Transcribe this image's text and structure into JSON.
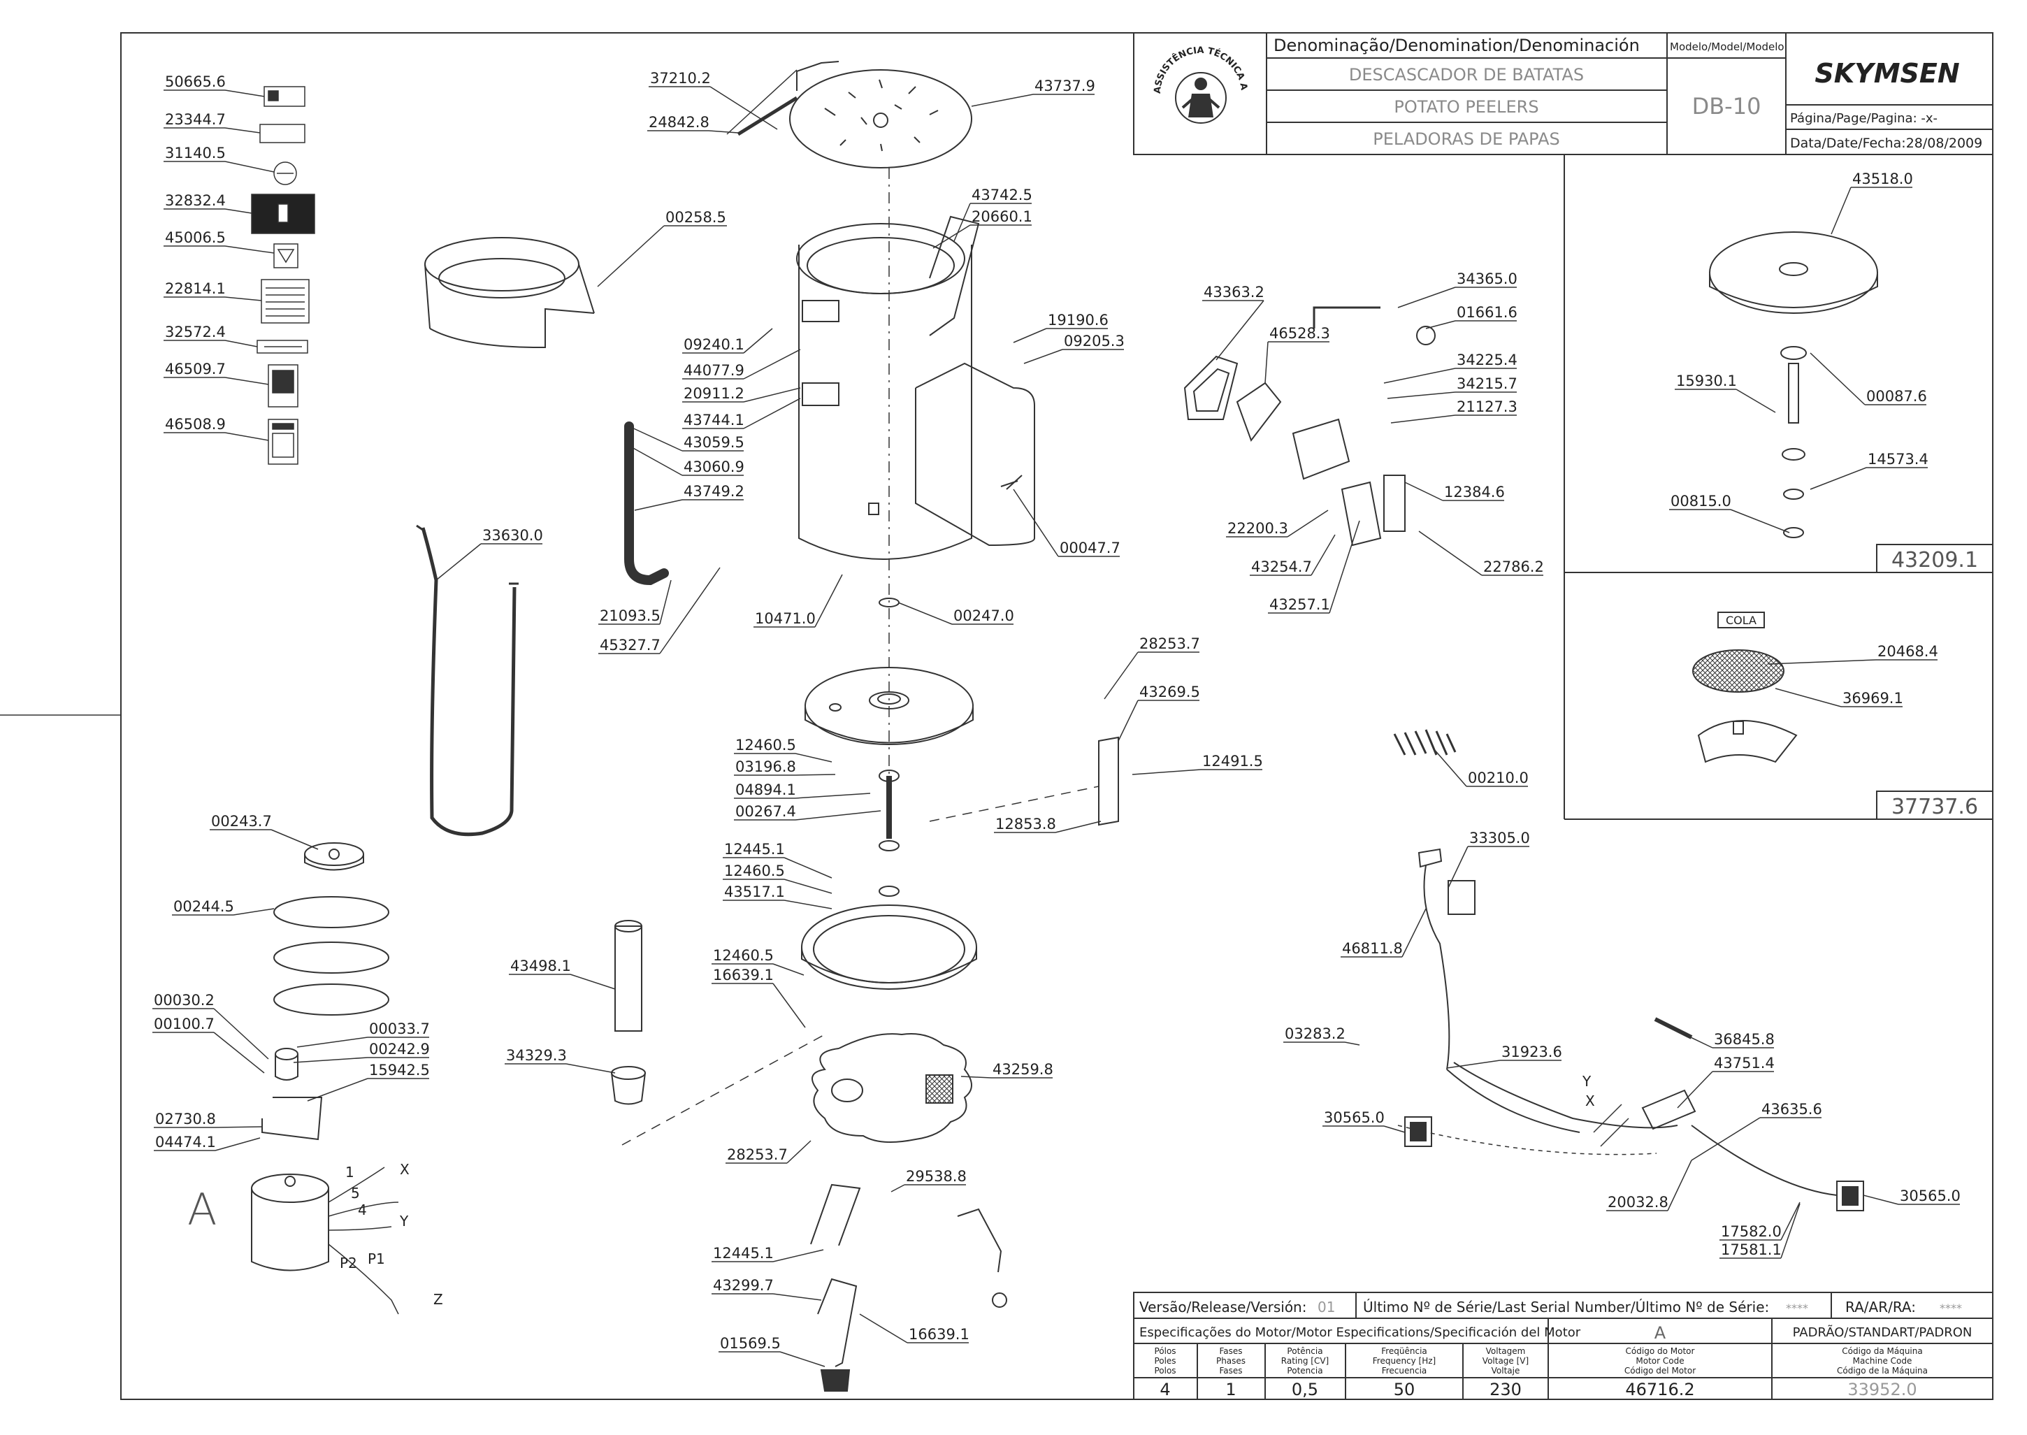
{
  "title_block": {
    "denomination_header": "Denominação/Denomination/Denominación",
    "model_header": "Modelo/Model/Modelo",
    "name_pt": "DESCASCADOR DE BATATAS",
    "name_en": "POTATO PEELERS",
    "name_es": "PELADORAS DE PAPAS",
    "model": "DB-10",
    "brand": "SKYMSEN",
    "page": "Página/Page/Pagina: -x-",
    "date": "Data/Date/Fecha:28/08/2009",
    "seal_text": "ASSISTÊNCIA TÉCNICA AUTORIZADA"
  },
  "letter_a": "A",
  "parts": [
    {
      "code": "50665.6"
    },
    {
      "code": "23344.7"
    },
    {
      "code": "31140.5"
    },
    {
      "code": "32832.4"
    },
    {
      "code": "45006.5"
    },
    {
      "code": "22814.1"
    },
    {
      "code": "32572.4"
    },
    {
      "code": "46509.7"
    },
    {
      "code": "46508.9"
    },
    {
      "code": "00258.5"
    },
    {
      "code": "33630.0"
    },
    {
      "code": "00243.7"
    },
    {
      "code": "00244.5"
    },
    {
      "code": "00030.2"
    },
    {
      "code": "00100.7"
    },
    {
      "code": "00033.7"
    },
    {
      "code": "00242.9"
    },
    {
      "code": "15942.5"
    },
    {
      "code": "02730.8"
    },
    {
      "code": "04474.1"
    },
    {
      "code": "37210.2"
    },
    {
      "code": "24842.8"
    },
    {
      "code": "43737.9"
    },
    {
      "code": "43742.5"
    },
    {
      "code": "20660.1"
    },
    {
      "code": "09240.1"
    },
    {
      "code": "44077.9"
    },
    {
      "code": "20911.2"
    },
    {
      "code": "43744.1"
    },
    {
      "code": "43059.5"
    },
    {
      "code": "43060.9"
    },
    {
      "code": "43749.2"
    },
    {
      "code": "19190.6"
    },
    {
      "code": "09205.3"
    },
    {
      "code": "00047.7"
    },
    {
      "code": "21093.5"
    },
    {
      "code": "45327.7"
    },
    {
      "code": "10471.0"
    },
    {
      "code": "00247.0"
    },
    {
      "code": "28253.7"
    },
    {
      "code": "43269.5"
    },
    {
      "code": "12460.5"
    },
    {
      "code": "03196.8"
    },
    {
      "code": "04894.1"
    },
    {
      "code": "00267.4"
    },
    {
      "code": "12491.5"
    },
    {
      "code": "12853.8"
    },
    {
      "code": "12445.1"
    },
    {
      "code": "12460.5"
    },
    {
      "code": "43517.1"
    },
    {
      "code": "12460.5"
    },
    {
      "code": "16639.1"
    },
    {
      "code": "43498.1"
    },
    {
      "code": "34329.3"
    },
    {
      "code": "43259.8"
    },
    {
      "code": "28253.7"
    },
    {
      "code": "29538.8"
    },
    {
      "code": "12445.1"
    },
    {
      "code": "43299.7"
    },
    {
      "code": "16639.1"
    },
    {
      "code": "01569.5"
    },
    {
      "code": "43363.2"
    },
    {
      "code": "46528.3"
    },
    {
      "code": "34365.0"
    },
    {
      "code": "01661.6"
    },
    {
      "code": "34225.4"
    },
    {
      "code": "34215.7"
    },
    {
      "code": "21127.3"
    },
    {
      "code": "12384.6"
    },
    {
      "code": "22200.3"
    },
    {
      "code": "43254.7"
    },
    {
      "code": "43257.1"
    },
    {
      "code": "22786.2"
    },
    {
      "code": "00210.0"
    },
    {
      "code": "33305.0"
    },
    {
      "code": "46811.8"
    },
    {
      "code": "03283.2"
    },
    {
      "code": "31923.6"
    },
    {
      "code": "36845.8"
    },
    {
      "code": "43751.4"
    },
    {
      "code": "30565.0"
    },
    {
      "code": "43635.6"
    },
    {
      "code": "20032.8"
    },
    {
      "code": "17582.0"
    },
    {
      "code": "17581.1"
    },
    {
      "code": "30565.0"
    },
    {
      "code": "43518.0"
    },
    {
      "code": "15930.1"
    },
    {
      "code": "00087.6"
    },
    {
      "code": "14573.4"
    },
    {
      "code": "00815.0"
    },
    {
      "code": "20468.4"
    },
    {
      "code": "36969.1"
    }
  ],
  "kit_43209": "43209.1",
  "kit_37737": "37737.6",
  "cola_label": "COLA",
  "wire_labels": {
    "x1": "X",
    "y1": "Y",
    "z": "Z",
    "n1": "1",
    "n5": "5",
    "n4": "4",
    "p2": "P2",
    "p1": "P1",
    "y2": "Y",
    "x2": "X"
  },
  "bottom_block": {
    "version_label": "Versão/Release/Versión:",
    "version_value": "01",
    "serial_label": "Último Nº de Série/Last Serial Number/Último Nº de Série:",
    "serial_value": "****",
    "ra_label": "RA/AR/RA:",
    "ra_value": "****",
    "motor_spec_label": "Especificações do Motor/Motor Especifications/Specificación del Motor",
    "motor_letter": "A",
    "standard_label": "PADRÃO/STANDART/PADRON",
    "col_poles": [
      "Pólos",
      "Poles",
      "Polos"
    ],
    "col_phases": [
      "Fases",
      "Phases",
      "Fases"
    ],
    "col_power": [
      "Potência",
      "Rating [CV]",
      "Potencia"
    ],
    "col_freq": [
      "Freqüência",
      "Frequency [Hz]",
      "Frecuencia"
    ],
    "col_voltage": [
      "Voltagem",
      "Voltage [V]",
      "Voltaje"
    ],
    "col_motor_code": [
      "Código do Motor",
      "Motor Code",
      "Código del Motor"
    ],
    "col_machine_code": [
      "Código da Máquina",
      "Machine Code",
      "Código de la Máquina"
    ],
    "poles": "4",
    "phases": "1",
    "power": "0,5",
    "frequency": "50",
    "voltage": "230",
    "motor_code": "46716.2",
    "machine_code": "33952.0"
  }
}
